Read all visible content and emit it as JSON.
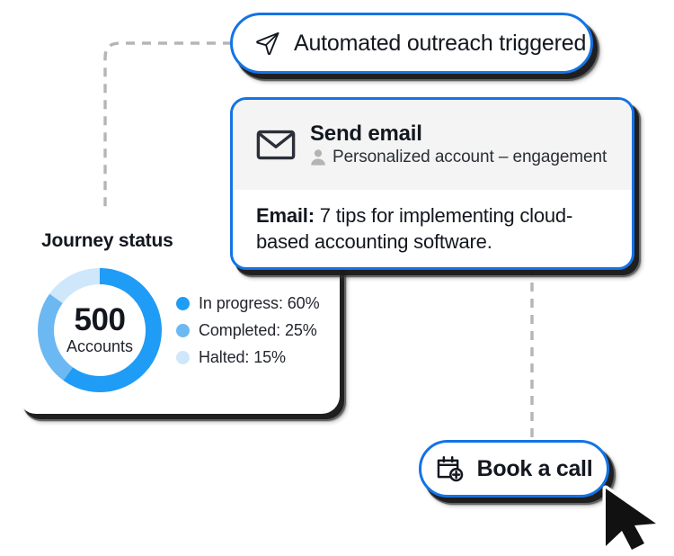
{
  "scene": {
    "title": "Journey automation illustration",
    "background": "#ffffff",
    "accent": "#1473e6"
  },
  "outreach_pill": {
    "icon": "send-paper-plane-icon",
    "label": "Automated outreach triggered",
    "border_color": "#1473e6"
  },
  "email_card": {
    "icon": "envelope-icon",
    "title": "Send email",
    "audience_icon": "person-icon",
    "audience": "Personalized account – engagement",
    "body_lead": "Email:",
    "body_text": " 7 tips for implementing cloud-based accounting software.",
    "header_bg": "#f4f4f4",
    "border_color": "#1473e6"
  },
  "journey_card": {
    "title": "Journey status",
    "center_value": "500",
    "center_unit": "Accounts"
  },
  "book_pill": {
    "icon": "calendar-add-icon",
    "label": "Book a call",
    "border_color": "#1473e6"
  },
  "cursor": {
    "icon": "mouse-pointer-icon"
  },
  "chart_data": {
    "type": "pie",
    "variant": "donut",
    "title": "Journey status",
    "center_label": "500",
    "center_sublabel": "Accounts",
    "total_accounts": 500,
    "unit": "%",
    "start_angle_deg": 0,
    "direction": "clockwise",
    "legend_position": "right",
    "grid": false,
    "categories": [
      "In progress",
      "Completed",
      "Halted"
    ],
    "values": [
      60,
      25,
      15
    ],
    "colors": [
      "#1f9cf5",
      "#6cb8f2",
      "#cfe7fb"
    ],
    "labels": [
      "In progress: 60%",
      "Completed: 25%",
      "Halted: 15%"
    ]
  }
}
